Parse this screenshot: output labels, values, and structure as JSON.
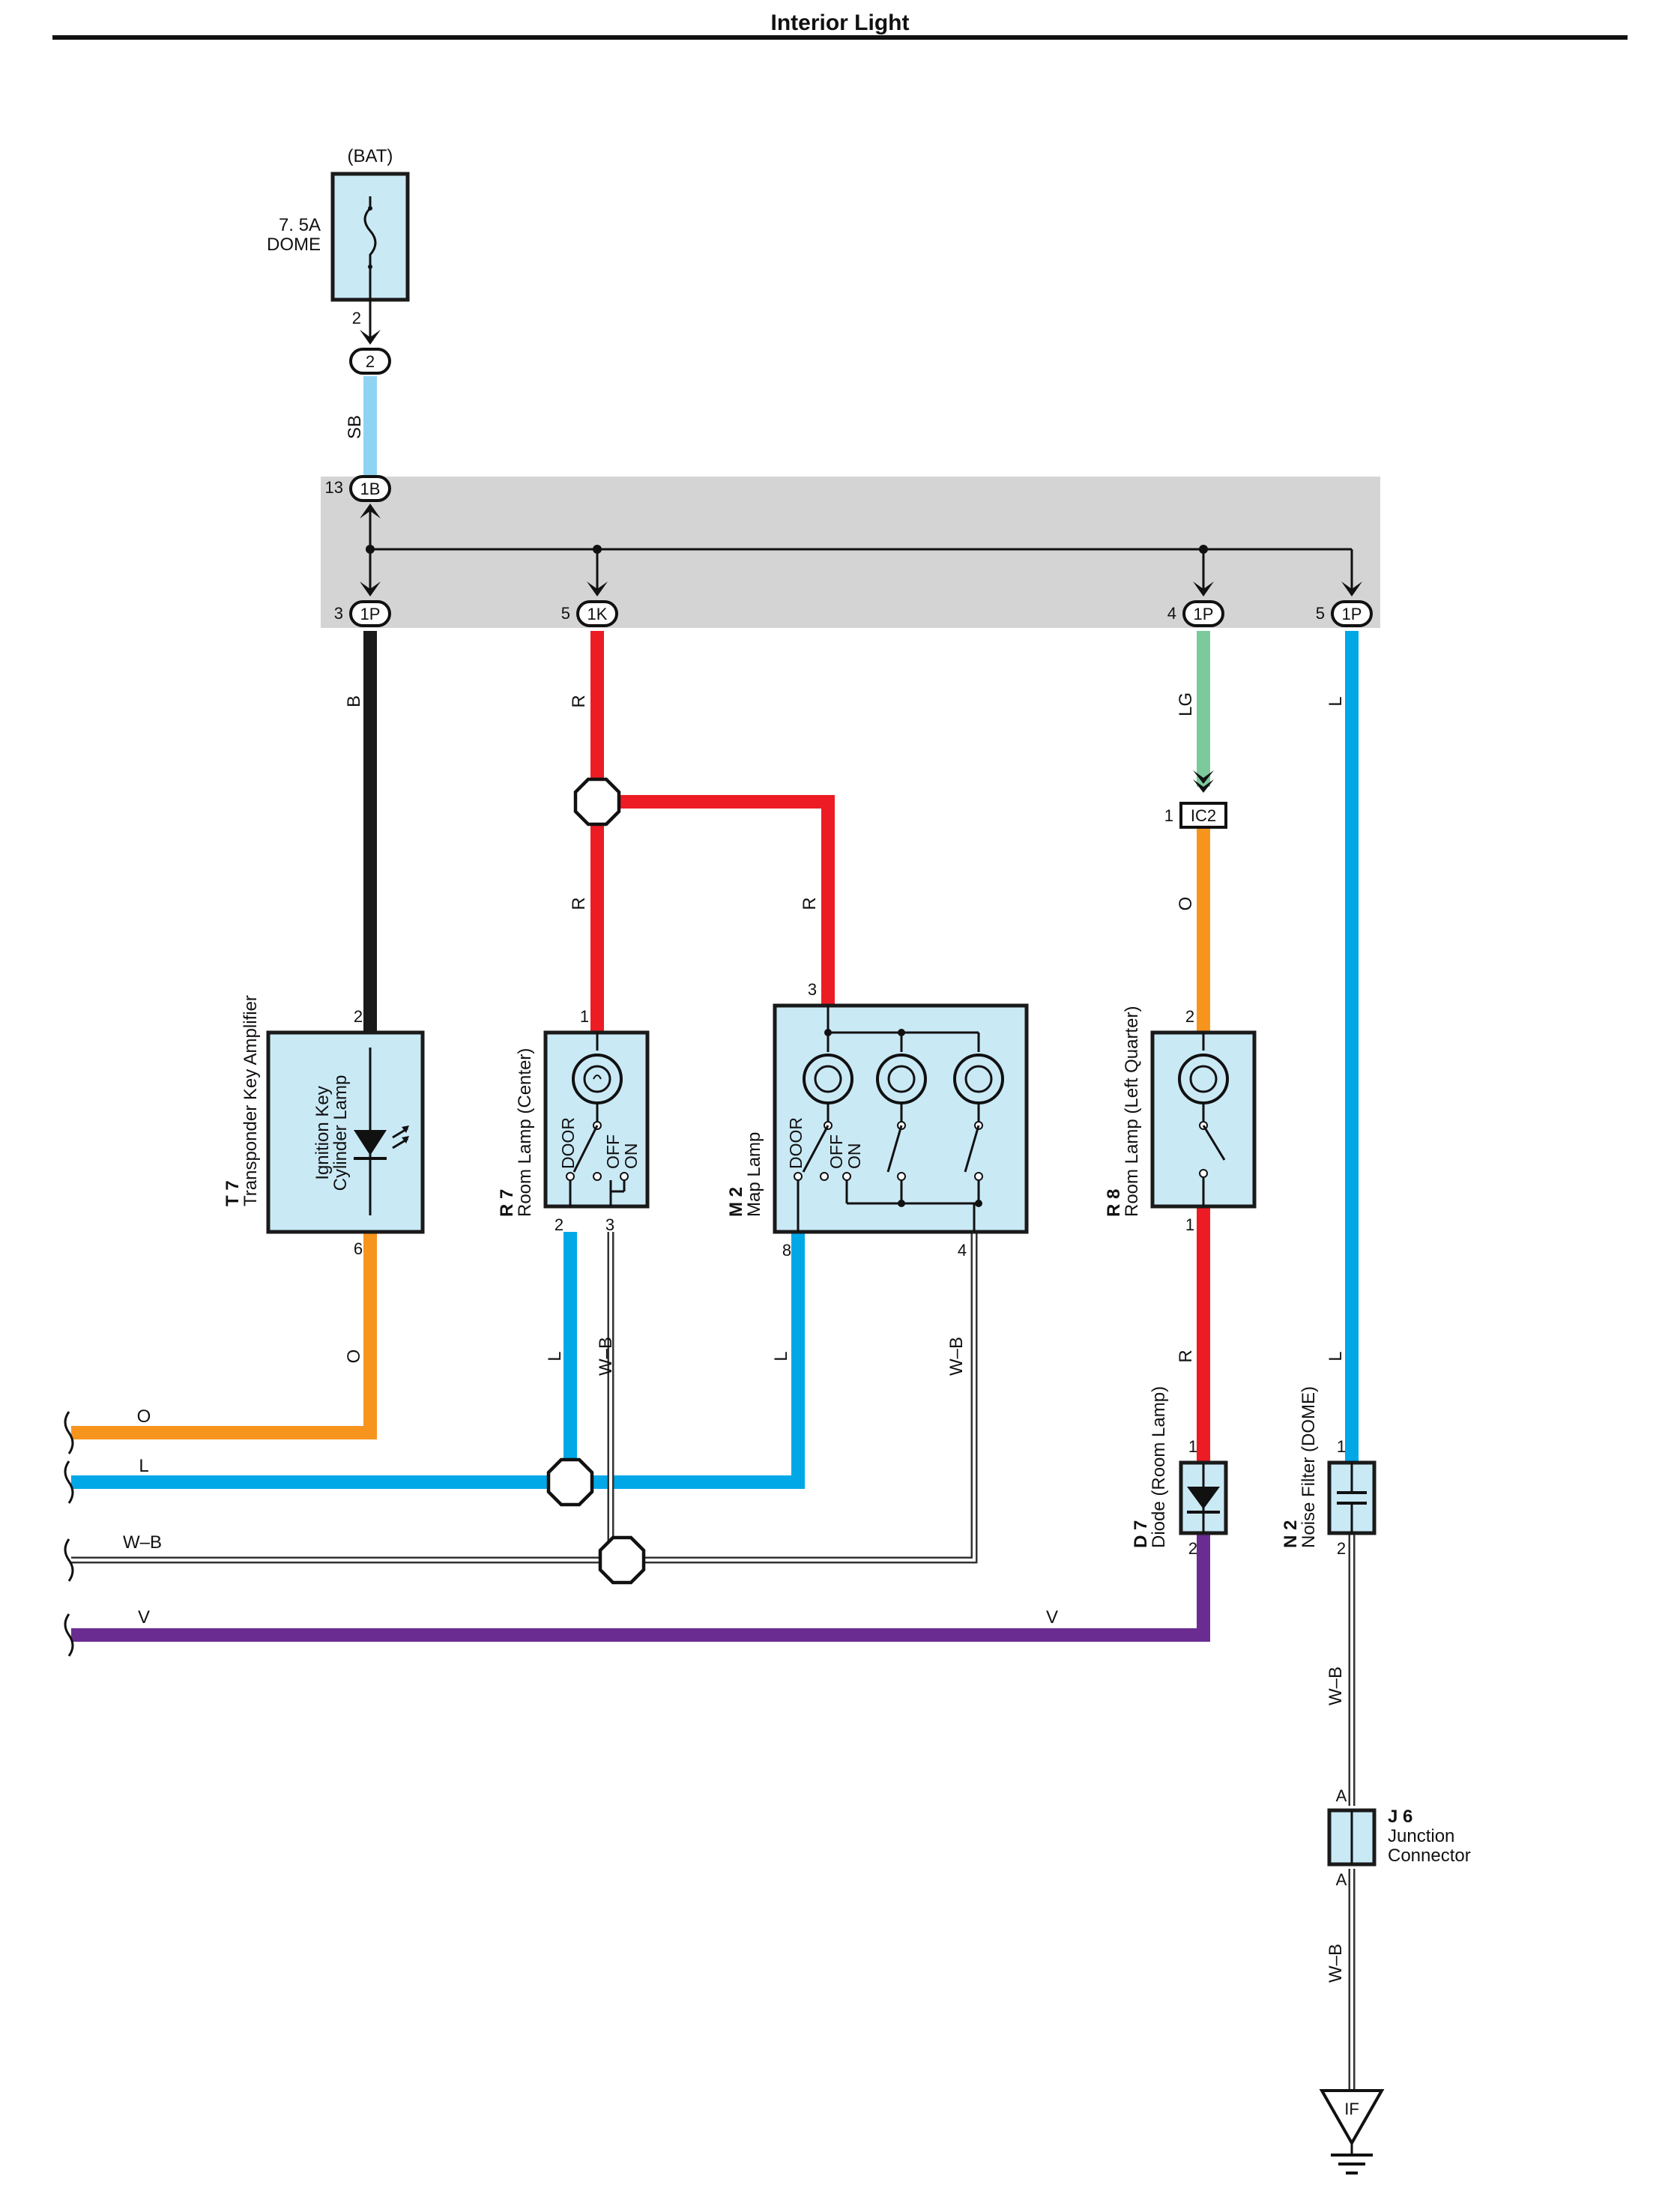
{
  "title": "Interior Light",
  "fuse": {
    "source": "(BAT)",
    "rating": "7. 5A",
    "name": "DOME",
    "pin": "2",
    "connector": "2"
  },
  "junction_block": {
    "input": {
      "pin": "13",
      "connector": "1B"
    },
    "outputs": [
      {
        "pin": "3",
        "connector": "1P"
      },
      {
        "pin": "5",
        "connector": "1K"
      },
      {
        "pin": "4",
        "connector": "1P"
      },
      {
        "pin": "5",
        "connector": "1P"
      }
    ]
  },
  "connector_ic2": {
    "pin": "1",
    "label": "IC2"
  },
  "wire_colors": {
    "SB": "#8fd3f2",
    "B": "#1a1a1a",
    "R": "#ed1c24",
    "LG": "#7cc99b",
    "O": "#f7941d",
    "L": "#00a8e8",
    "V": "#6a2c91",
    "W-B": "#ffffff"
  },
  "wire_labels": {
    "sb": "SB",
    "b": "B",
    "r": "R",
    "lg": "LG",
    "o": "O",
    "l": "L",
    "wb": "W–B",
    "v": "V"
  },
  "components": {
    "t7": {
      "id": "T 7",
      "name": "Transponder Key Amplifier",
      "inner_line1": "Ignition Key",
      "inner_line2": "Cylinder Lamp",
      "pin_top": "2",
      "pin_bottom": "6"
    },
    "r7": {
      "id": "R 7",
      "name": "Room Lamp (Center)",
      "pin_top": "1",
      "pin_bottom_left": "2",
      "pin_bottom_right": "3"
    },
    "m2": {
      "id": "M 2",
      "name": "Map Lamp",
      "pin_top": "3",
      "pin_bottom_left": "8",
      "pin_bottom_right": "4"
    },
    "r8": {
      "id": "R 8",
      "name": "Room Lamp (Left Quarter)",
      "pin_top": "2",
      "pin_bottom": "1"
    },
    "d7": {
      "id": "D 7",
      "name": "Diode (Room Lamp)",
      "pin_top": "1",
      "pin_bottom": "2"
    },
    "n2": {
      "id": "N 2",
      "name": "Noise Filter (DOME)",
      "pin_top": "1",
      "pin_bottom": "2"
    },
    "j6": {
      "id": "J 6",
      "line1": "Junction",
      "line2": "Connector",
      "pin_top": "A",
      "pin_bottom": "A"
    }
  },
  "switch_positions": {
    "door": "DOOR",
    "off": "OFF",
    "on": "ON"
  },
  "ground": {
    "label": "IF"
  }
}
